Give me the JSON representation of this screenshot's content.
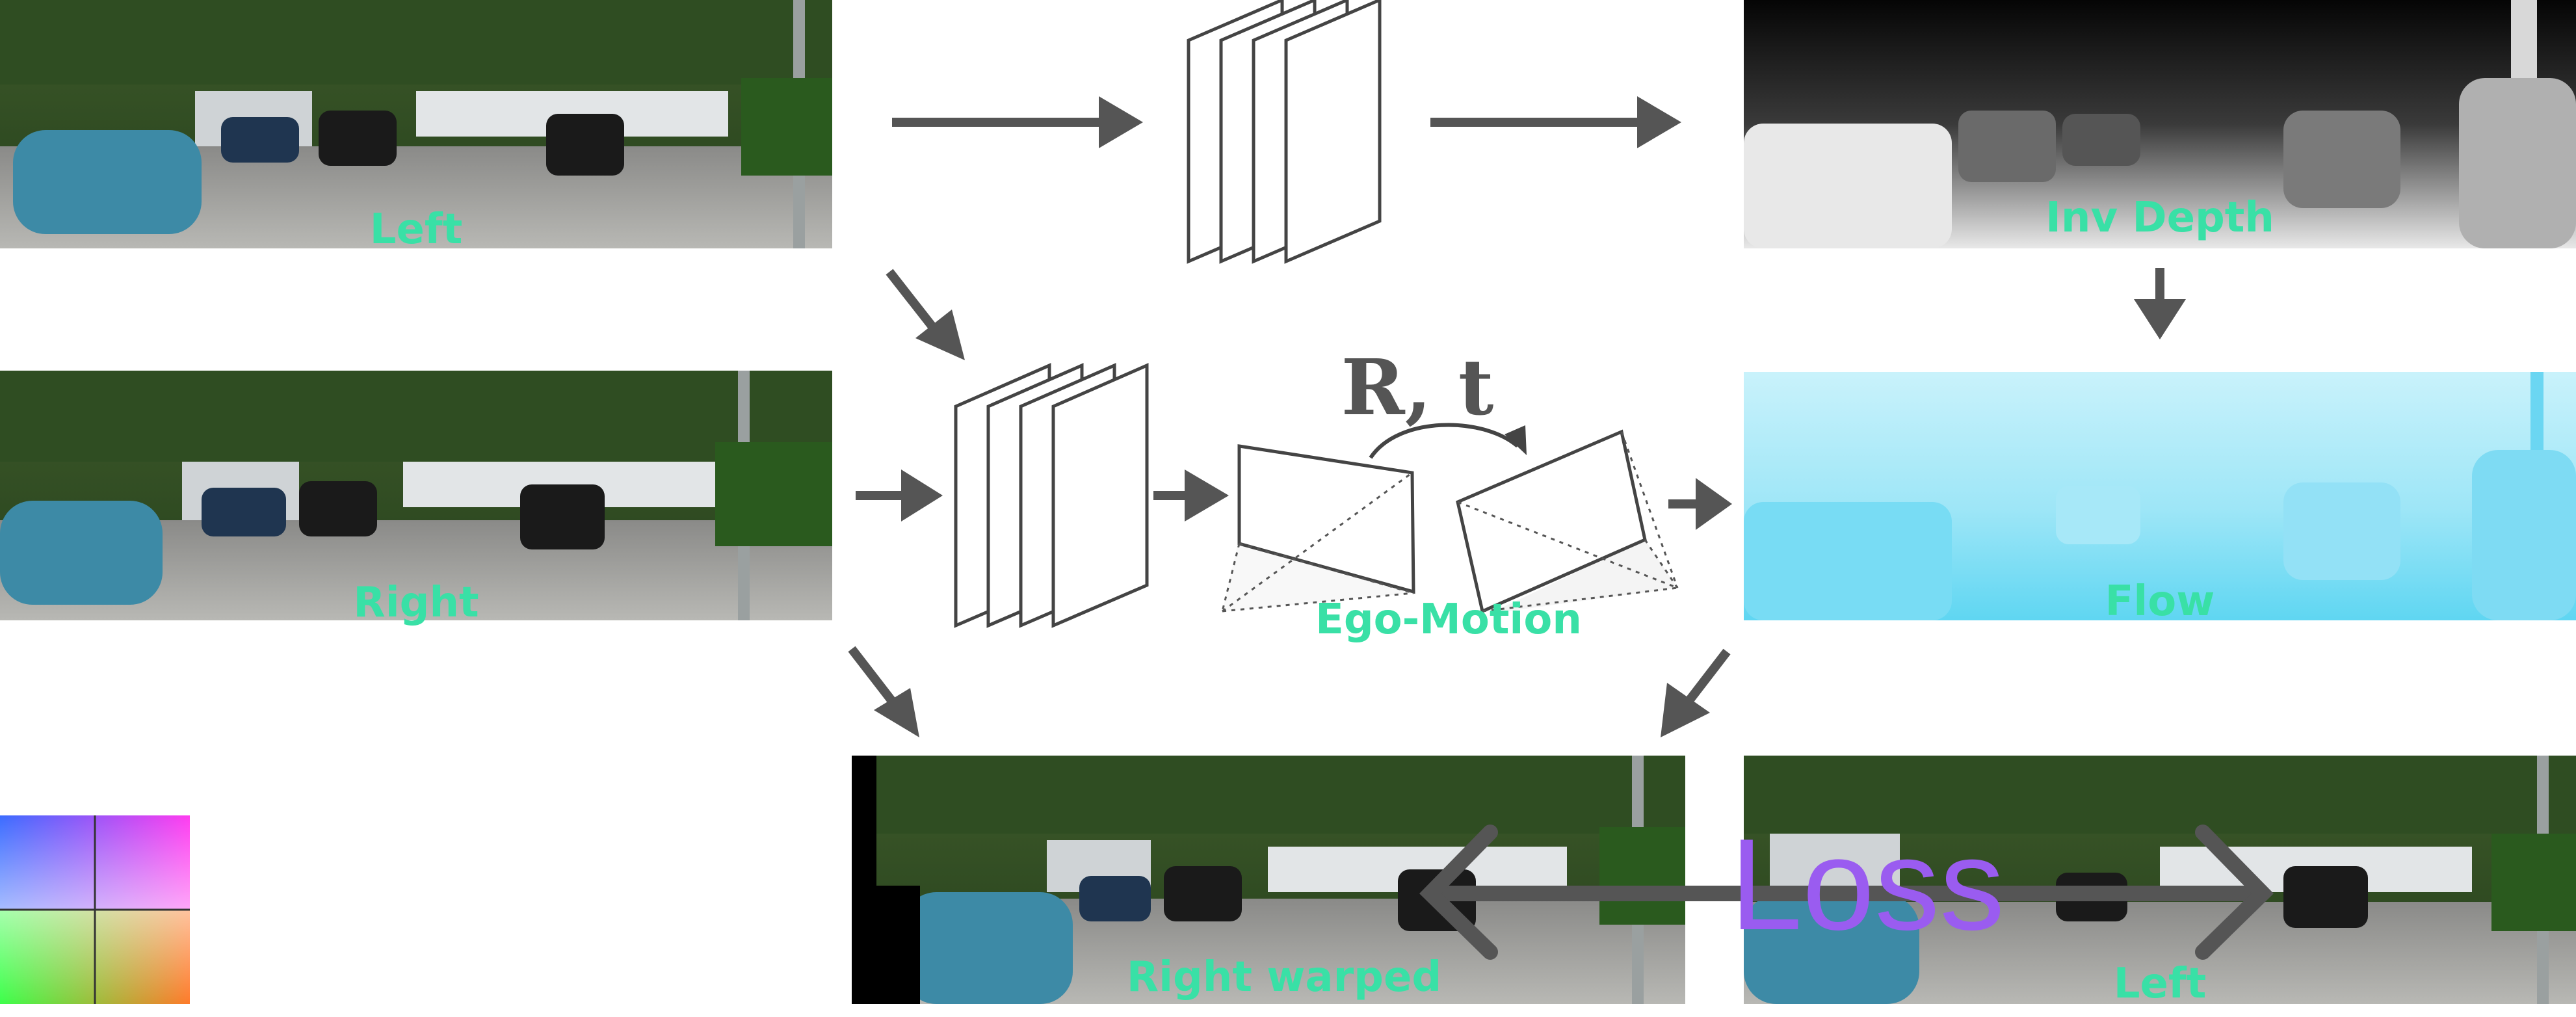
{
  "labels": {
    "left_top": "Left",
    "right_mid": "Right",
    "inv_depth": "Inv Depth",
    "flow": "Flow",
    "ego_motion": "Ego-Motion",
    "rotation_translation": "R, t",
    "right_warped": "Right warped",
    "left_bottom": "Left",
    "loss": "Loss"
  },
  "colors": {
    "label_green": "#39e0a6",
    "loss_purple": "#9a5cf0",
    "arrow_gray": "#555555",
    "flow_cyan": "#5fd6f2"
  }
}
